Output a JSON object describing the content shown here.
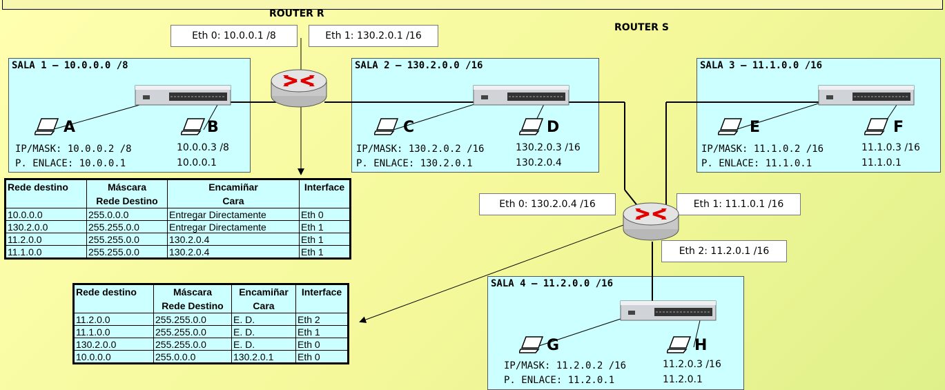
{
  "routers": {
    "r_label": "ROUTER R",
    "s_label": "ROUTER S"
  },
  "interfaces": {
    "r_eth0": "Eth 0: 10.0.0.1 /8",
    "r_eth1": "Eth 1: 130.2.0.1 /16",
    "s_eth0": "Eth 0: 130.2.0.4 /16",
    "s_eth1": "Eth 1: 11.1.0.1 /16",
    "s_eth2": "Eth 2: 11.2.0.1 /16"
  },
  "rooms": [
    {
      "title": "SALA 1 – 10.0.0.0 /8",
      "hosts": [
        {
          "name": "A",
          "ip": "IP/MASK:  10.0.0.2 /8",
          "gw": "P. ENLACE: 10.0.0.1"
        },
        {
          "name": "B",
          "ip": "10.0.0.3 /8",
          "gw": "10.0.0.1"
        }
      ]
    },
    {
      "title": "SALA 2 – 130.2.0.0 /16",
      "hosts": [
        {
          "name": "C",
          "ip": "IP/MASK:  130.2.0.2 /16",
          "gw": "P. ENLACE: 130.2.0.1"
        },
        {
          "name": "D",
          "ip": "130.2.0.3 /16",
          "gw": "130.2.0.4"
        }
      ]
    },
    {
      "title": "SALA 3 – 11.1.0.0 /16",
      "hosts": [
        {
          "name": "E",
          "ip": "IP/MASK:  11.1.0.2 /16",
          "gw": "P. ENLACE: 11.1.0.1"
        },
        {
          "name": "F",
          "ip": "11.1.0.3 /16",
          "gw": "11.1.0.1"
        }
      ]
    },
    {
      "title": "SALA 4 – 11.2.0.0 /16",
      "hosts": [
        {
          "name": "G",
          "ip": "IP/MASK:  11.2.0.2 /16",
          "gw": "P. ENLACE:  11.2.0.1"
        },
        {
          "name": "H",
          "ip": "11.2.0.3 /16",
          "gw": "11.2.0.1"
        }
      ]
    }
  ],
  "table_r": {
    "headers": [
      "Rede destino",
      "Máscara",
      "Encamiñar",
      "Interface"
    ],
    "headers2": [
      "",
      "Rede Destino",
      "Cara",
      ""
    ],
    "rows": [
      [
        "10.0.0.0",
        "255.0.0.0",
        "Entregar Directamente",
        "Eth 0"
      ],
      [
        "130.2.0.0",
        "255.255.0.0",
        "Entregar Directamente",
        "Eth 1"
      ],
      [
        "11.2.0.0",
        "255.255.0.0",
        "130.2.0.4",
        "Eth 1"
      ],
      [
        "11.1.0.0",
        "255.255.0.0",
        "130.2.0.4",
        "Eth 1"
      ]
    ]
  },
  "table_s": {
    "headers": [
      "Rede destino",
      "Máscara",
      "Encamiñar",
      "Interface"
    ],
    "headers2": [
      "",
      "Rede Destino",
      "Cara",
      ""
    ],
    "rows": [
      [
        "11.2.0.0",
        "255.255.0.0",
        "E. D.",
        "Eth 2"
      ],
      [
        "11.1.0.0",
        "255.255.0.0",
        "E. D.",
        "Eth 1"
      ],
      [
        "130.2.0.0",
        "255.255.0.0",
        "E. D.",
        "Eth 0"
      ],
      [
        "10.0.0.0",
        "255.0.0.0",
        "130.2.0.1",
        "Eth 0"
      ]
    ]
  }
}
